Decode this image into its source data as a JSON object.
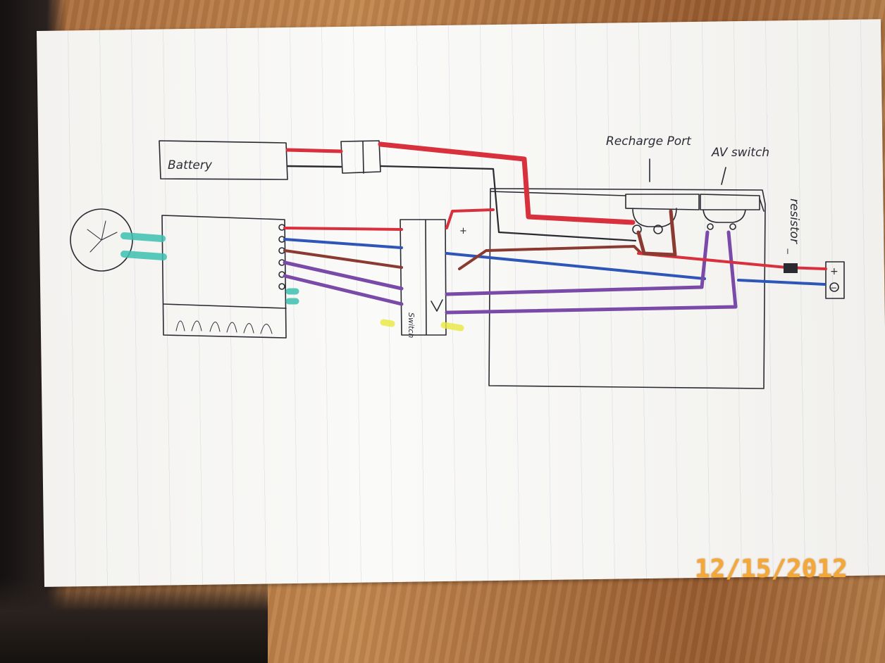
{
  "labels": {
    "battery": "Battery",
    "recharge_port": "Recharge Port",
    "av_switch": "AV switch",
    "resistor": "resistor",
    "switch": "Switch",
    "plus": "+",
    "minus": "−"
  },
  "handwritten_note": {
    "unclear": ""
  },
  "date_stamp": "12/15/2012",
  "colors": {
    "red_wire": "#d8303c",
    "blue_wire": "#2e55b8",
    "brown_wire": "#8a3a30",
    "purple_wire": "#7a4aa8",
    "black_wire": "#2a2a30",
    "teal_marker": "#3cc0b0",
    "yellow_marker": "#e8e840",
    "date_stamp": "#f3a83a"
  }
}
